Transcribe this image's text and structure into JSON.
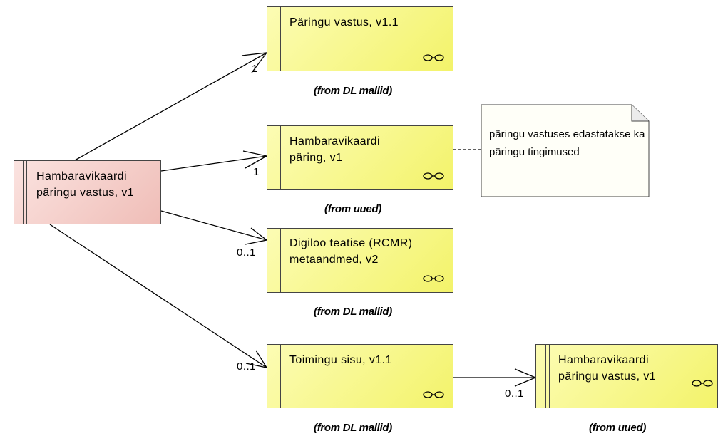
{
  "boxes": {
    "main": {
      "label": "Hambaravikaardi päringu vastus, v1"
    },
    "response": {
      "label": "Päringu vastus, v1.1",
      "from": "(from DL mallid)"
    },
    "query": {
      "label": "Hambaravikaardi päring, v1",
      "from": "(from uued)"
    },
    "digiloo": {
      "label": "Digiloo teatise (RCMR) metaandmed, v2",
      "from": "(from DL mallid)"
    },
    "toimingu": {
      "label": "Toimingu sisu, v1.1",
      "from": "(from DL mallid)"
    },
    "hambara2": {
      "label": "Hambaravikaardi päringu vastus, v1",
      "from": "(from uued)"
    }
  },
  "note": {
    "text": "päringu vastuses edastatakse ka päringu tingimused"
  },
  "multiplicities": {
    "response": "1",
    "query": "1",
    "digiloo": "0..1",
    "toimingu": "0..1",
    "hambara2": "0..1"
  },
  "colors": {
    "class_fill": "#f7f78c",
    "main_fill": "#f5d0cc",
    "note_fill": "#fffff8",
    "stroke": "#444444"
  }
}
